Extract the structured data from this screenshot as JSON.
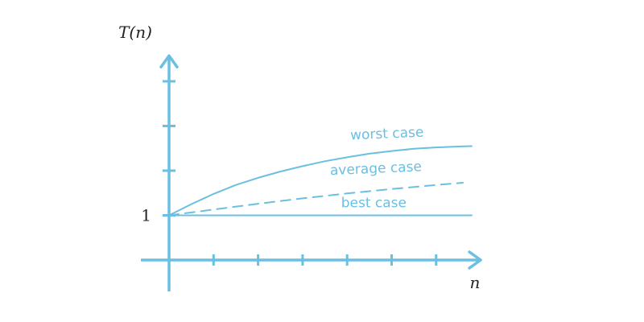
{
  "chart_data": {
    "type": "line",
    "xlabel": "n",
    "ylabel": "T(n)",
    "y_tick_labels": [
      {
        "value": 1,
        "label": "1"
      }
    ],
    "x_ticks": [
      1,
      2,
      3,
      4,
      5,
      6
    ],
    "y_ticks": [
      1,
      2,
      3,
      4
    ],
    "xlim": [
      0,
      7
    ],
    "ylim": [
      -1,
      4.5
    ],
    "grid": false,
    "color": "#6bbfe0",
    "series": [
      {
        "name": "worst case",
        "style": "solid",
        "x": [
          0,
          0.5,
          1,
          1.5,
          2,
          2.5,
          3,
          3.5,
          4,
          4.5,
          5,
          5.5,
          6,
          6.5,
          6.8
        ],
        "y": [
          1,
          1.25,
          1.48,
          1.68,
          1.84,
          1.98,
          2.1,
          2.21,
          2.3,
          2.38,
          2.44,
          2.49,
          2.52,
          2.54,
          2.55
        ]
      },
      {
        "name": "average case",
        "style": "dashed",
        "x": [
          0,
          1,
          2,
          3,
          4,
          5,
          6,
          6.6
        ],
        "y": [
          1,
          1.13,
          1.26,
          1.38,
          1.49,
          1.59,
          1.68,
          1.73
        ]
      },
      {
        "name": "best case",
        "style": "solid",
        "x": [
          0,
          6.8
        ],
        "y": [
          1,
          1
        ]
      }
    ]
  }
}
